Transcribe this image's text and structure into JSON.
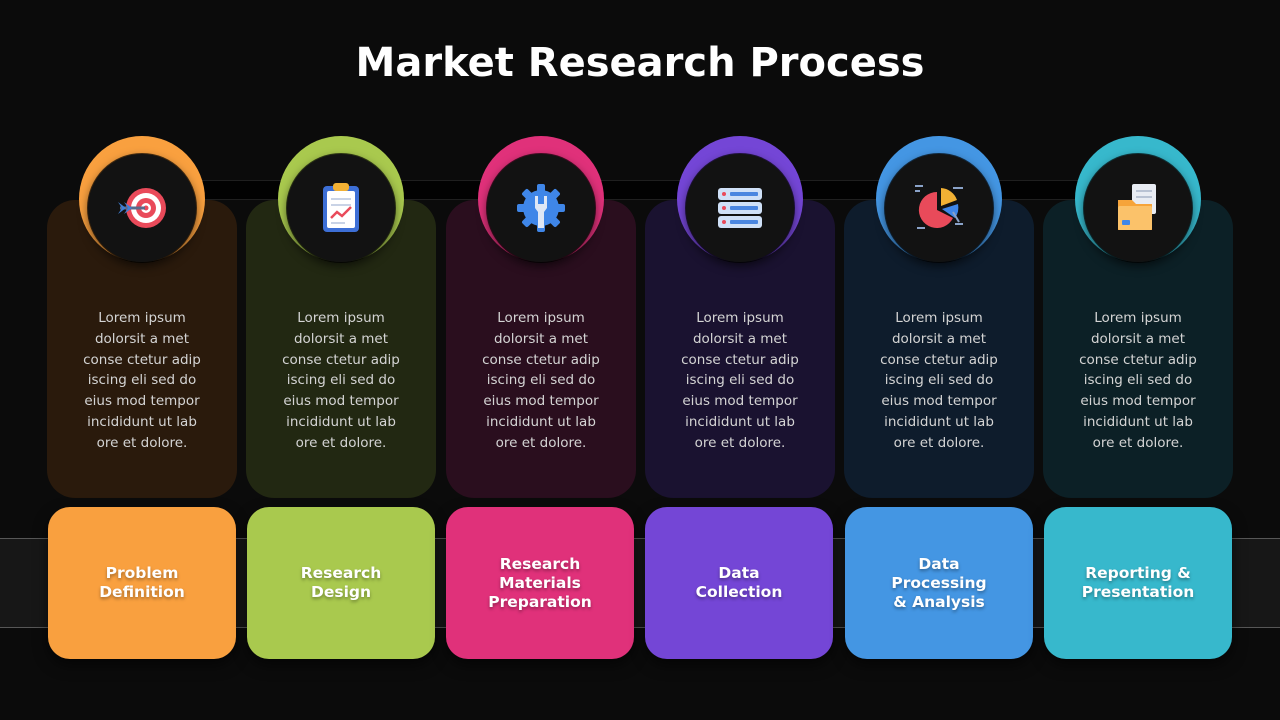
{
  "title": "Market Research Process",
  "steps": [
    {
      "label": "Problem\nDefinition",
      "description": "Lorem ipsum dolorsit a met conse ctetur adip iscing eli sed do eius mod tempor incididunt ut lab ore et dolore.",
      "icon": "target-icon",
      "accent": "#F9A03F",
      "card_bg": "#2a1a0c"
    },
    {
      "label": "Research\nDesign",
      "description": "Lorem ipsum dolorsit a met conse ctetur adip iscing eli sed do eius mod tempor incididunt ut lab ore et dolore.",
      "icon": "clipboard-icon",
      "accent": "#A9C94E",
      "card_bg": "#222812"
    },
    {
      "label": "Research\nMaterials\nPreparation",
      "description": "Lorem ipsum dolorsit a met conse ctetur adip iscing eli sed do eius mod tempor incididunt ut lab ore et dolore.",
      "icon": "wrench-gear-icon",
      "accent": "#E0317A",
      "card_bg": "#2a0e1e"
    },
    {
      "label": "Data\nCollection",
      "description": "Lorem ipsum dolorsit a met conse ctetur adip iscing eli sed do eius mod tempor incididunt ut lab ore et dolore.",
      "icon": "server-icon",
      "accent": "#7446D6",
      "card_bg": "#1a1230"
    },
    {
      "label": "Data\nProcessing\n& Analysis",
      "description": "Lorem ipsum dolorsit a met conse ctetur adip iscing eli sed do eius mod tempor incididunt ut lab ore et dolore.",
      "icon": "pie-chart-icon",
      "accent": "#4496E3",
      "card_bg": "#0e1c2c"
    },
    {
      "label": "Reporting &\nPresentation",
      "description": "Lorem ipsum dolorsit a met conse ctetur adip iscing eli sed do eius mod tempor incididunt ut lab ore et dolore.",
      "icon": "folder-report-icon",
      "accent": "#37B8CC",
      "card_bg": "#0c2026"
    }
  ]
}
